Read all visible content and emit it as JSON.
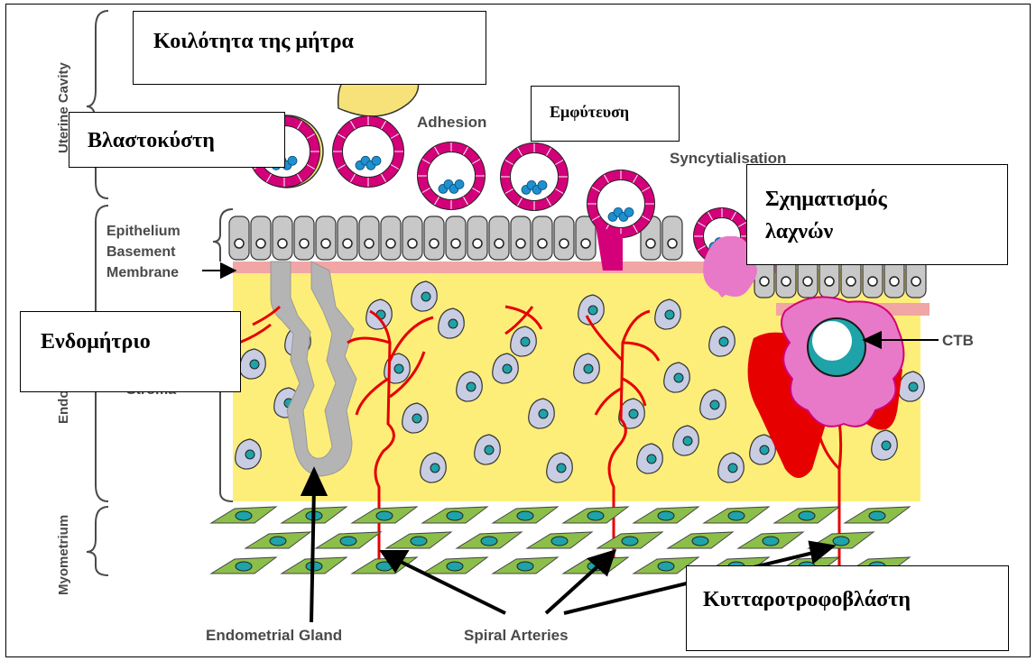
{
  "labels": {
    "uterine_cavity": "Uterine Cavity",
    "endometrium": "Endometrium",
    "myometrium": "Myometrium",
    "epithelium": "Epithelium",
    "basement": "Basement",
    "membrane": "Membrane",
    "stroma": "Stroma",
    "adhesion": "Adhesion",
    "syncytialisation": "Syncytialisation",
    "ctb": "CTB",
    "endometrial_gland": "Endometrial Gland",
    "spiral_arteries": "Spiral Arteries"
  },
  "greek_boxes": {
    "uterine_cavity": "Κοιλότητα της μήτρα",
    "blastocyst": "Βλαστοκύστη",
    "implantation": "Εμφύτευση",
    "villi_line1": "Σχηματισμός",
    "villi_line2": "λαχνών",
    "endometrium": "Ενδομήτριο",
    "cytotrophoblast": "Κυτταροτροφοβλάστη"
  },
  "colors": {
    "stroma_fill": "#fdee7a",
    "epithelium_cell": "#c8c8c8",
    "basement_membrane": "#f2a5a5",
    "stromal_cell": "#c9cde3",
    "nucleus": "#1ea3a8",
    "artery": "#e60000",
    "trophoblast": "#d4007a",
    "syncytium": "#e879c8",
    "myometrium_cell": "#8cbf4a",
    "gland": "#b4b4b4"
  }
}
